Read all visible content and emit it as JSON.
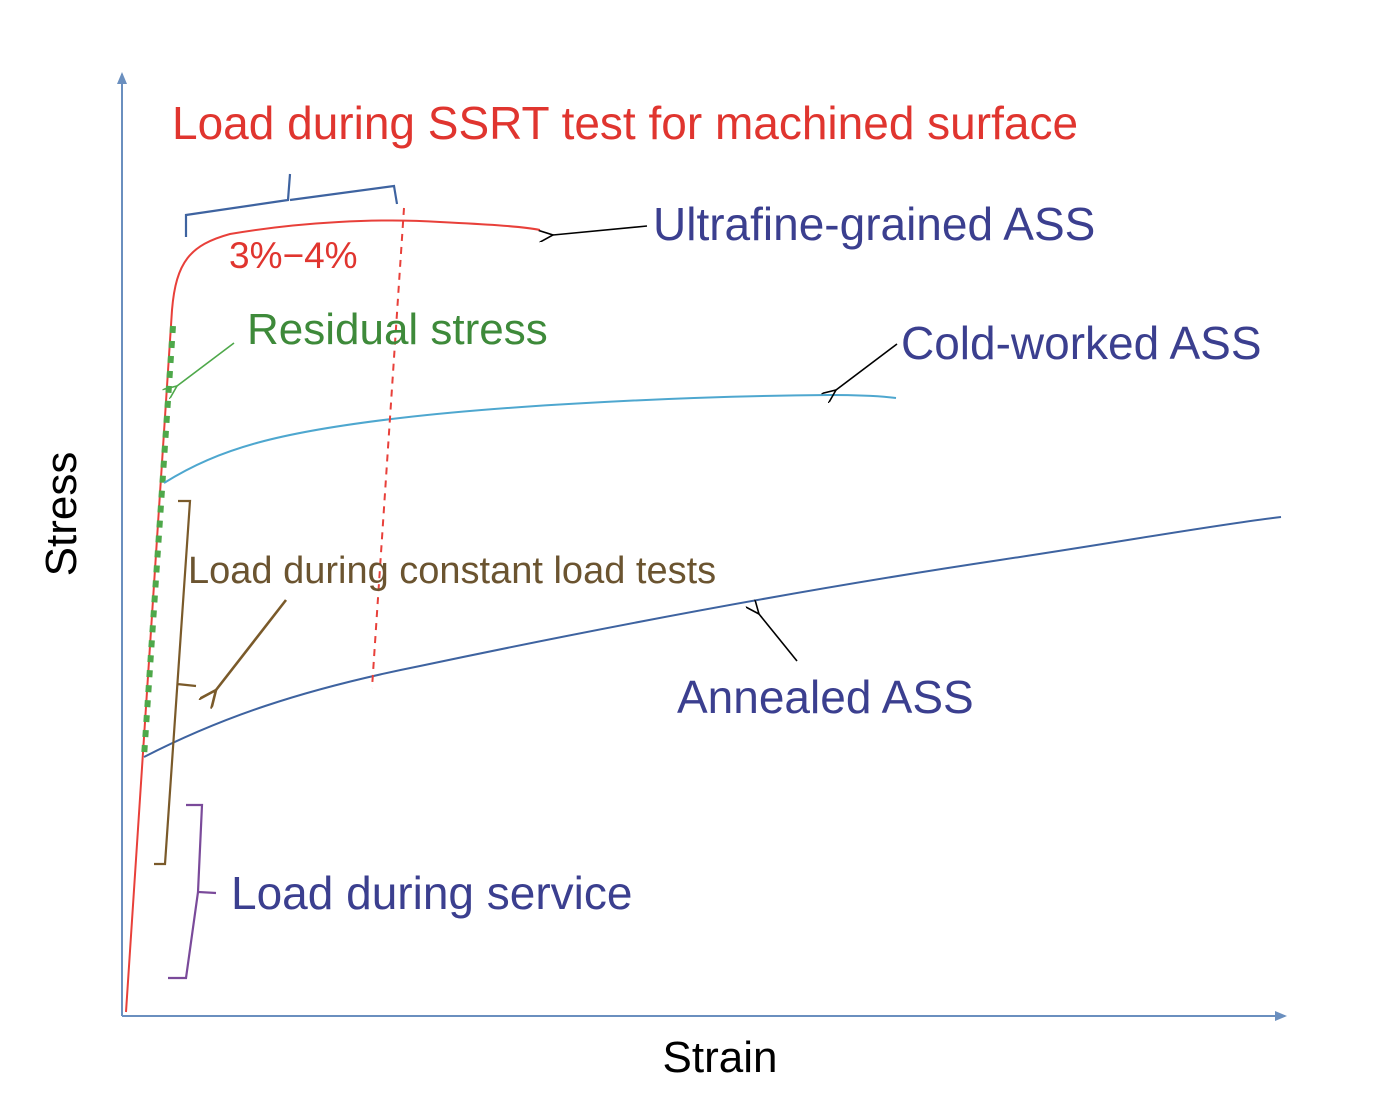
{
  "labels": {
    "y_axis": "Stress",
    "x_axis": "Strain",
    "ssrt_load": "Load during SSRT test for machined surface",
    "strain_range": "3%−4%",
    "ultrafine": "Ultrafine-grained ASS",
    "residual": "Residual stress",
    "cold_worked": "Cold-worked ASS",
    "constant_load": "Load during constant load tests",
    "annealed": "Annealed ASS",
    "service": "Load during service"
  },
  "colors": {
    "axis": "#6a8fbf",
    "ultrafine_curve": "#e8403a",
    "cold_worked_curve": "#4ea7cf",
    "annealed_curve": "#3e63a0",
    "residual_stress": "#4ea84a",
    "constant_load": "#7a5a2a",
    "service": "#7a4a9a",
    "bracket_ssrt": "#3e63a0",
    "text_navy": "#3b3f8f",
    "text_red": "#e0352f",
    "text_green": "#3e8a3a",
    "text_brown": "#6b5430",
    "text_black": "#000000"
  }
}
